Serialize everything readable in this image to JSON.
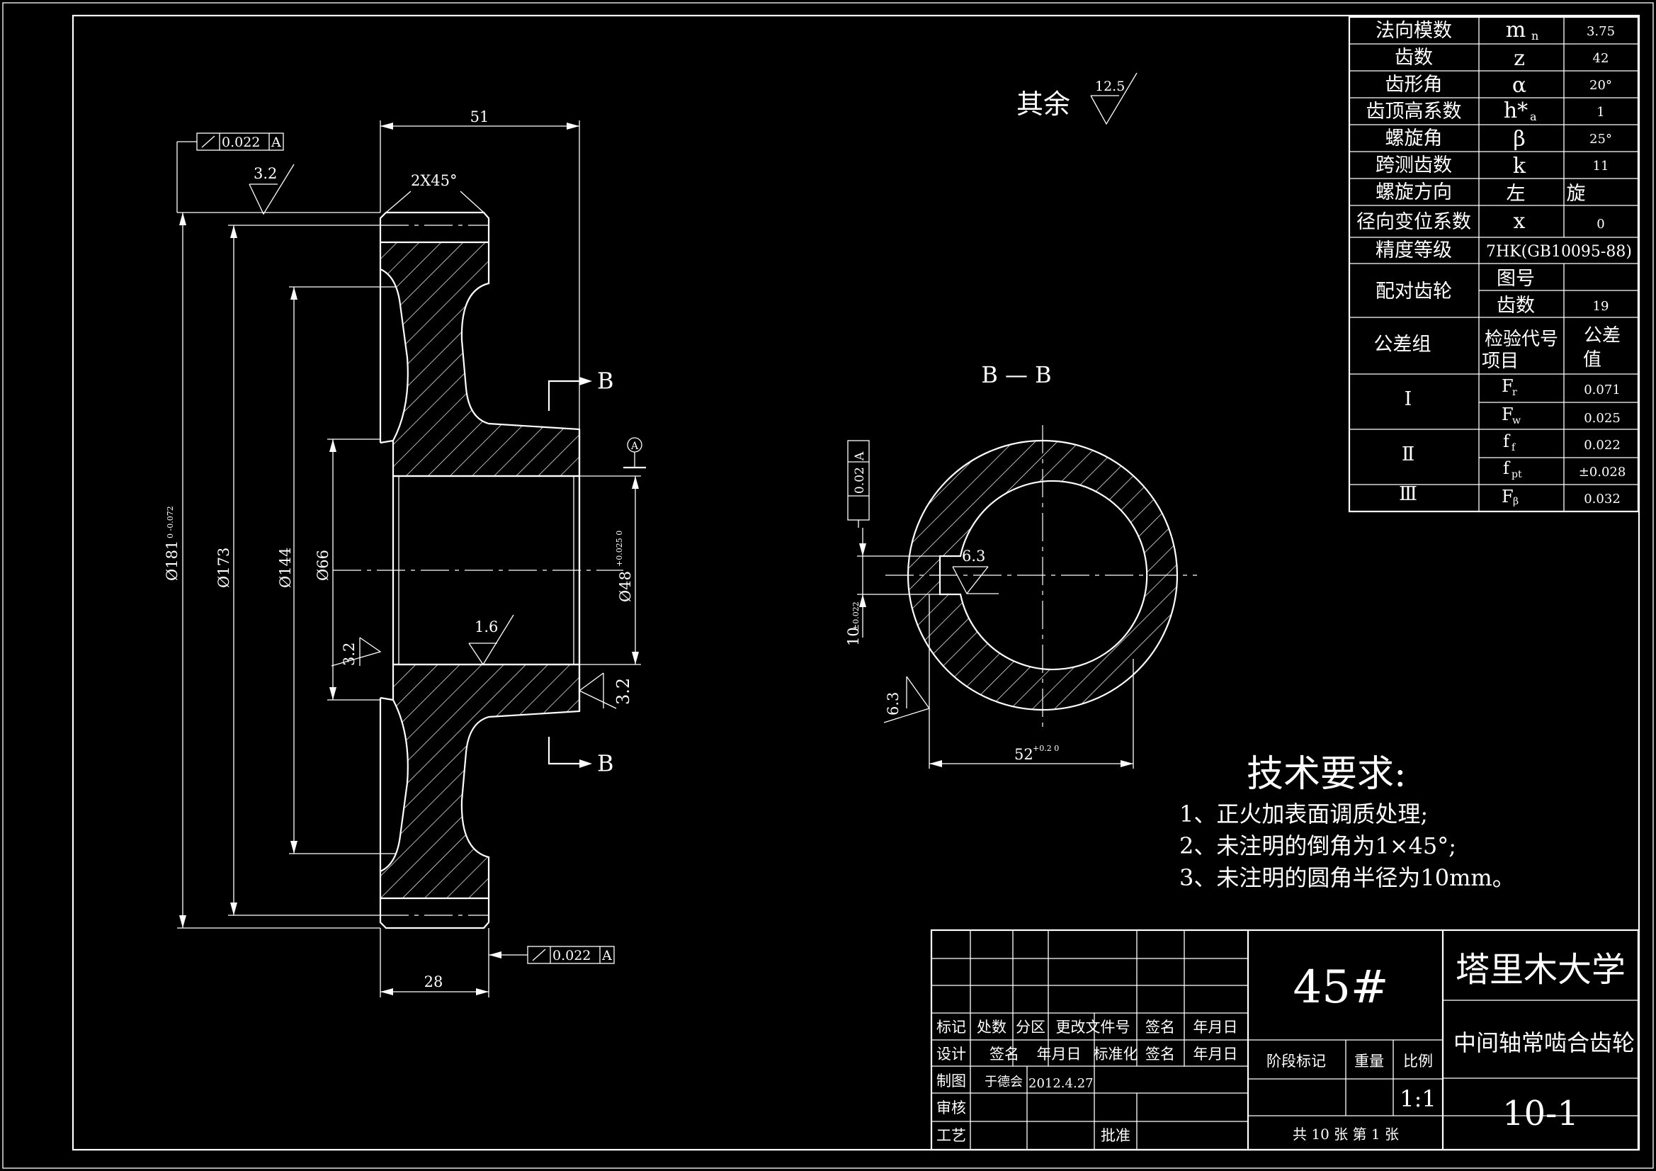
{
  "drawing": {
    "surface_rest_label": "其余",
    "surface_rest_value": "12.5",
    "section_letter": "B",
    "section_title": "B — B",
    "datum_letter": "A",
    "datum_circle": "A",
    "runout_tol": "0.022",
    "sym_tol": "0.02",
    "dims": {
      "width_top": "51",
      "width_bottom": "28",
      "chamfer": "2X45°",
      "d181": "Ø181",
      "d181_tol": "0 -0.072",
      "d173": "Ø173",
      "d144": "Ø144",
      "d66": "Ø66",
      "d48": "Ø48",
      "d48_tol": "+0.025 0",
      "key_width": "10",
      "key_tol": "±0.022",
      "key_depth": "52",
      "key_depth_tol": "+0.2 0"
    },
    "roughness": {
      "r_top": "3.2",
      "r_bore": "1.6",
      "r_left": "3.2",
      "r_right": "3.2",
      "r_key": "6.3",
      "r_outer": "6.3"
    }
  },
  "params": [
    {
      "name": "法向模数",
      "sym": "m",
      "sub": "n",
      "val": "3.75"
    },
    {
      "name": "齿数",
      "sym": "z",
      "sub": "",
      "val": "42"
    },
    {
      "name": "齿形角",
      "sym": "α",
      "sub": "",
      "val": "20°"
    },
    {
      "name": "齿顶高系数",
      "sym": "h*",
      "sub": "a",
      "val": "1"
    },
    {
      "name": "螺旋角",
      "sym": "β",
      "sub": "",
      "val": "25°"
    },
    {
      "name": "跨测齿数",
      "sym": "k",
      "sub": "",
      "val": "11"
    },
    {
      "name": "螺旋方向",
      "sym": "左",
      "sub": "旋",
      "val": ""
    },
    {
      "name": "径向变位系数",
      "sym": "x",
      "sub": "",
      "val": "0"
    },
    {
      "name": "精度等级",
      "sym": "7HK(GB10095-88)",
      "sub": "",
      "val": ""
    }
  ],
  "mating": {
    "label": "配对齿轮",
    "drawing_no": "图号",
    "teeth": "齿数",
    "teeth_val": "19"
  },
  "tolerance": {
    "group": "公差组",
    "item_code": "检验代号",
    "item": "项目",
    "value": "公差",
    "value2": "值",
    "rows": [
      {
        "grp": "Ⅰ",
        "code": "F",
        "sub": "r",
        "val": "0.071"
      },
      {
        "grp": "",
        "code": "F",
        "sub": "w",
        "val": "0.025"
      },
      {
        "grp": "Ⅱ",
        "code": "f",
        "sub": "f",
        "val": "0.022"
      },
      {
        "grp": "",
        "code": "f",
        "sub": "pt",
        "val": "±0.028"
      },
      {
        "grp": "Ⅲ",
        "code": "F",
        "sub": "β",
        "val": "0.032"
      }
    ]
  },
  "tech": {
    "title": "技术要求:",
    "items": [
      "1、正火加表面调质处理;",
      "2、未注明的倒角为1×45°;",
      "3、未注明的圆角半径为10mm。"
    ]
  },
  "titleblock": {
    "material": "45#",
    "school": "塔里木大学",
    "part_name": "中间轴常啮合齿轮",
    "drawing_no": "10-1",
    "scale": "1:1",
    "stage_mark": "阶段标记",
    "weight": "重量",
    "ratio": "比例",
    "sheets": "共 10 张  第 1 张",
    "row_mark": [
      "标记",
      "处数",
      "分区",
      "更改文件号",
      "签名",
      "年月日"
    ],
    "row_design": [
      "设计",
      "签名",
      "年月日",
      "标准化",
      "签名",
      "年月日"
    ],
    "drawn": "制图",
    "drawer": "于德会",
    "date": "2012.4.27",
    "check": "审核",
    "process": "工艺",
    "approve": "批准"
  }
}
